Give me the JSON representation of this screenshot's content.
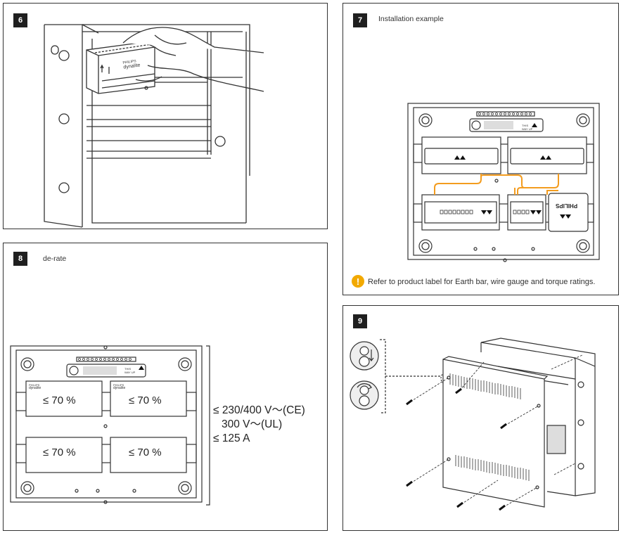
{
  "panels": [
    {
      "step": "6",
      "title": ""
    },
    {
      "step": "7",
      "title": "Installation example"
    },
    {
      "step": "8",
      "title": "de-rate"
    },
    {
      "step": "9",
      "title": ""
    }
  ],
  "panel6": {
    "brand_line1": "PHILIPS",
    "brand_line2": "dynalite"
  },
  "panel7": {
    "note": "Refer to product label for Earth bar, wire gauge and torque ratings.",
    "module_brand": "PHILIPS",
    "label_text": "THIS WAY UP"
  },
  "panel8": {
    "derate_values": [
      "≤ 70 %",
      "≤ 70 %",
      "≤ 70 %",
      "≤ 70 %"
    ],
    "specs": [
      "≤ 230/400 V〜(CE)",
      "300 V〜(UL)",
      "≤ 125 A"
    ],
    "label_text": "THIS WAY UP",
    "brand_line1": "PHILIPS",
    "brand_line2": "dynalite"
  },
  "colors": {
    "wire": "#f39c1f",
    "warning": "#f2a900",
    "line": "#333333",
    "badge": "#1f1f1f"
  },
  "icons": [
    "earth-icon",
    "up-arrow-icon",
    "warning-icon",
    "keyhole-slide-icon",
    "keyhole-rotate-icon"
  ]
}
